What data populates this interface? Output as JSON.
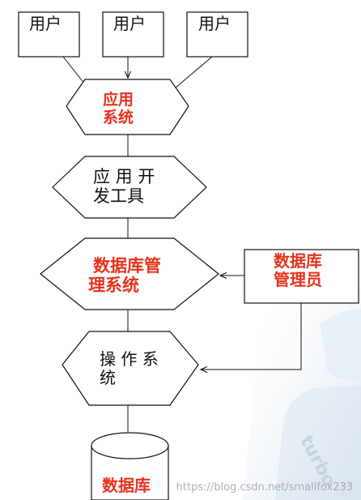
{
  "users": [
    "用户",
    "用户",
    "用户"
  ],
  "app_system": [
    "应用",
    "系统"
  ],
  "dev_tools": [
    "应 用 开",
    "发工具"
  ],
  "dbms": [
    "数据库管",
    "理系统"
  ],
  "dba": [
    "数据库",
    "管理员"
  ],
  "os": [
    "操 作 系",
    "统"
  ],
  "database": "数据库",
  "watermark": "https://blog.csdn.net/smallfox233",
  "colors": {
    "accent_red": "#e8321e",
    "line": "#111111"
  }
}
